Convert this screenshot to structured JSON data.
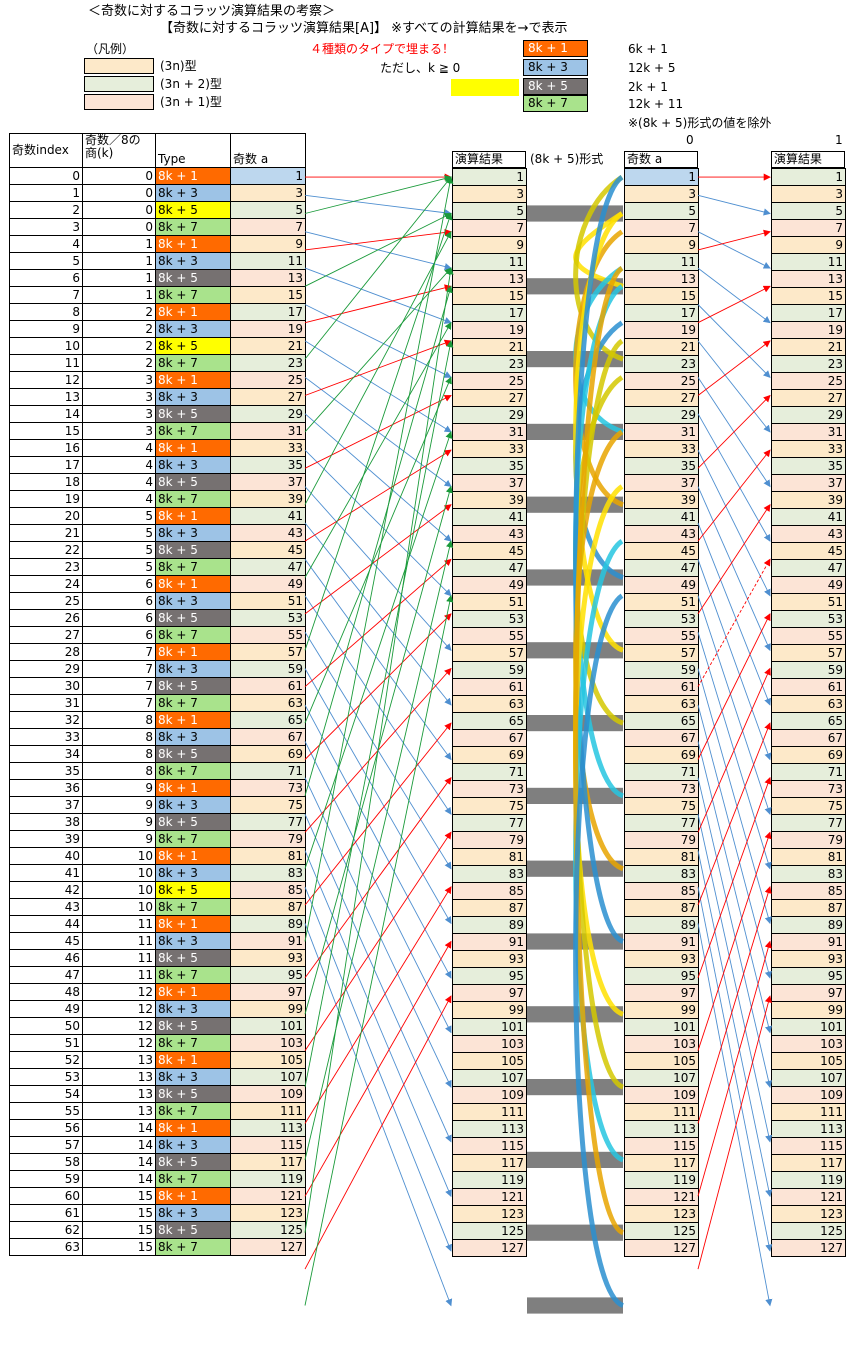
{
  "titles": {
    "main": "＜奇数に対するコラッツ演算結果の考察＞",
    "sub": "【奇数に対するコラッツ演算結果[A]】 ※すべての計算結果を→で表示",
    "note_fill": "４種類のタイプで埋まる！",
    "note_k": "ただし、k ≧ 0",
    "note_exclude": "※(8k + 5)形式の値を除外"
  },
  "legend": {
    "title": "（凡例）",
    "items": [
      {
        "label": "(3n)型",
        "color": "#fde9c9"
      },
      {
        "label": "(3n + 2)型",
        "color": "#e6eedb"
      },
      {
        "label": "(3n + 1)型",
        "color": "#fce4d6"
      }
    ]
  },
  "type_legend": [
    {
      "type": "8k + 1",
      "formula": "6k + 1",
      "color": "#ff6a00"
    },
    {
      "type": "8k + 3",
      "formula": "12k + 5",
      "color": "#9dc3e6"
    },
    {
      "type": "8k + 5",
      "formula": "2k + 1",
      "color": "#767171"
    },
    {
      "type": "",
      "formula": "",
      "color": "#ffff00"
    },
    {
      "type": "8k + 7",
      "formula": "12k + 11",
      "color": "#a9e38c"
    }
  ],
  "table_headers": {
    "index": "奇数index",
    "quotient_top": "奇数／8の",
    "quotient": "商(k)",
    "type": "Type",
    "odd": "奇数 a",
    "result": "演算結果",
    "form": "(8k + 5)形式",
    "odd2": "奇数 a",
    "result2": "演算結果"
  },
  "column_labels": {
    "zero": "0",
    "one": "1"
  },
  "rows": [
    {
      "i": "0",
      "k": "0",
      "type": "8k + 1",
      "a": "1",
      "cls": "c-3n2"
    },
    {
      "i": "1",
      "k": "0",
      "type": "8k + 3",
      "a": "3",
      "cls": "c-3n"
    },
    {
      "i": "2",
      "k": "0",
      "type": "8k + 5",
      "a": "5",
      "cls": "c-3n2"
    },
    {
      "i": "3",
      "k": "0",
      "type": "8k + 7",
      "a": "7",
      "cls": "c-3n1"
    },
    {
      "i": "4",
      "k": "1",
      "type": "8k + 1",
      "a": "9",
      "cls": "c-3n"
    },
    {
      "i": "5",
      "k": "1",
      "type": "8k + 3",
      "a": "11",
      "cls": "c-3n2"
    },
    {
      "i": "6",
      "k": "1",
      "type": "8k + 5",
      "a": "13",
      "cls": "c-3n1"
    },
    {
      "i": "7",
      "k": "1",
      "type": "8k + 7",
      "a": "15",
      "cls": "c-3n"
    },
    {
      "i": "8",
      "k": "2",
      "type": "8k + 1",
      "a": "17",
      "cls": "c-3n2"
    },
    {
      "i": "9",
      "k": "2",
      "type": "8k + 3",
      "a": "19",
      "cls": "c-3n1"
    },
    {
      "i": "10",
      "k": "2",
      "type": "8k + 5",
      "a": "21",
      "cls": "c-3n"
    },
    {
      "i": "11",
      "k": "2",
      "type": "8k + 7",
      "a": "23",
      "cls": "c-3n2"
    },
    {
      "i": "12",
      "k": "3",
      "type": "8k + 1",
      "a": "25",
      "cls": "c-3n1"
    },
    {
      "i": "13",
      "k": "3",
      "type": "8k + 3",
      "a": "27",
      "cls": "c-3n"
    },
    {
      "i": "14",
      "k": "3",
      "type": "8k + 5",
      "a": "29",
      "cls": "c-3n2"
    },
    {
      "i": "15",
      "k": "3",
      "type": "8k + 7",
      "a": "31",
      "cls": "c-3n1"
    },
    {
      "i": "16",
      "k": "4",
      "type": "8k + 1",
      "a": "33",
      "cls": "c-3n"
    },
    {
      "i": "17",
      "k": "4",
      "type": "8k + 3",
      "a": "35",
      "cls": "c-3n2"
    },
    {
      "i": "18",
      "k": "4",
      "type": "8k + 5",
      "a": "37",
      "cls": "c-3n1"
    },
    {
      "i": "19",
      "k": "4",
      "type": "8k + 7",
      "a": "39",
      "cls": "c-3n"
    },
    {
      "i": "20",
      "k": "5",
      "type": "8k + 1",
      "a": "41",
      "cls": "c-3n2"
    },
    {
      "i": "21",
      "k": "5",
      "type": "8k + 3",
      "a": "43",
      "cls": "c-3n1"
    },
    {
      "i": "22",
      "k": "5",
      "type": "8k + 5",
      "a": "45",
      "cls": "c-3n"
    },
    {
      "i": "23",
      "k": "5",
      "type": "8k + 7",
      "a": "47",
      "cls": "c-3n2"
    },
    {
      "i": "24",
      "k": "6",
      "type": "8k + 1",
      "a": "49",
      "cls": "c-3n1"
    },
    {
      "i": "25",
      "k": "6",
      "type": "8k + 3",
      "a": "51",
      "cls": "c-3n"
    },
    {
      "i": "26",
      "k": "6",
      "type": "8k + 5",
      "a": "53",
      "cls": "c-3n2"
    },
    {
      "i": "27",
      "k": "6",
      "type": "8k + 7",
      "a": "55",
      "cls": "c-3n1"
    },
    {
      "i": "28",
      "k": "7",
      "type": "8k + 1",
      "a": "57",
      "cls": "c-3n"
    },
    {
      "i": "29",
      "k": "7",
      "type": "8k + 3",
      "a": "59",
      "cls": "c-3n2"
    },
    {
      "i": "30",
      "k": "7",
      "type": "8k + 5",
      "a": "61",
      "cls": "c-3n1"
    },
    {
      "i": "31",
      "k": "7",
      "type": "8k + 7",
      "a": "63",
      "cls": "c-3n"
    },
    {
      "i": "32",
      "k": "8",
      "type": "8k + 1",
      "a": "65",
      "cls": "c-3n2"
    },
    {
      "i": "33",
      "k": "8",
      "type": "8k + 3",
      "a": "67",
      "cls": "c-3n1"
    },
    {
      "i": "34",
      "k": "8",
      "type": "8k + 5",
      "a": "69",
      "cls": "c-3n"
    },
    {
      "i": "35",
      "k": "8",
      "type": "8k + 7",
      "a": "71",
      "cls": "c-3n2"
    },
    {
      "i": "36",
      "k": "9",
      "type": "8k + 1",
      "a": "73",
      "cls": "c-3n1"
    },
    {
      "i": "37",
      "k": "9",
      "type": "8k + 3",
      "a": "75",
      "cls": "c-3n"
    },
    {
      "i": "38",
      "k": "9",
      "type": "8k + 5",
      "a": "77",
      "cls": "c-3n2"
    },
    {
      "i": "39",
      "k": "9",
      "type": "8k + 7",
      "a": "79",
      "cls": "c-3n1"
    },
    {
      "i": "40",
      "k": "10",
      "type": "8k + 1",
      "a": "81",
      "cls": "c-3n"
    },
    {
      "i": "41",
      "k": "10",
      "type": "8k + 3",
      "a": "83",
      "cls": "c-3n2"
    },
    {
      "i": "42",
      "k": "10",
      "type": "8k + 5",
      "a": "85",
      "cls": "c-3n1"
    },
    {
      "i": "43",
      "k": "10",
      "type": "8k + 7",
      "a": "87",
      "cls": "c-3n"
    },
    {
      "i": "44",
      "k": "11",
      "type": "8k + 1",
      "a": "89",
      "cls": "c-3n2"
    },
    {
      "i": "45",
      "k": "11",
      "type": "8k + 3",
      "a": "91",
      "cls": "c-3n1"
    },
    {
      "i": "46",
      "k": "11",
      "type": "8k + 5",
      "a": "93",
      "cls": "c-3n"
    },
    {
      "i": "47",
      "k": "11",
      "type": "8k + 7",
      "a": "95",
      "cls": "c-3n2"
    },
    {
      "i": "48",
      "k": "12",
      "type": "8k + 1",
      "a": "97",
      "cls": "c-3n1"
    },
    {
      "i": "49",
      "k": "12",
      "type": "8k + 3",
      "a": "99",
      "cls": "c-3n"
    },
    {
      "i": "50",
      "k": "12",
      "type": "8k + 5",
      "a": "101",
      "cls": "c-3n2"
    },
    {
      "i": "51",
      "k": "12",
      "type": "8k + 7",
      "a": "103",
      "cls": "c-3n1"
    },
    {
      "i": "52",
      "k": "13",
      "type": "8k + 1",
      "a": "105",
      "cls": "c-3n"
    },
    {
      "i": "53",
      "k": "13",
      "type": "8k + 3",
      "a": "107",
      "cls": "c-3n2"
    },
    {
      "i": "54",
      "k": "13",
      "type": "8k + 5",
      "a": "109",
      "cls": "c-3n1"
    },
    {
      "i": "55",
      "k": "13",
      "type": "8k + 7",
      "a": "111",
      "cls": "c-3n"
    },
    {
      "i": "56",
      "k": "14",
      "type": "8k + 1",
      "a": "113",
      "cls": "c-3n2"
    },
    {
      "i": "57",
      "k": "14",
      "type": "8k + 3",
      "a": "115",
      "cls": "c-3n1"
    },
    {
      "i": "58",
      "k": "14",
      "type": "8k + 5",
      "a": "117",
      "cls": "c-3n"
    },
    {
      "i": "59",
      "k": "14",
      "type": "8k + 7",
      "a": "119",
      "cls": "c-3n2"
    },
    {
      "i": "60",
      "k": "15",
      "type": "8k + 1",
      "a": "121",
      "cls": "c-3n1"
    },
    {
      "i": "61",
      "k": "15",
      "type": "8k + 3",
      "a": "123",
      "cls": "c-3n"
    },
    {
      "i": "62",
      "k": "15",
      "type": "8k + 5",
      "a": "125",
      "cls": "c-3n2"
    },
    {
      "i": "63",
      "k": "15",
      "type": "8k + 7",
      "a": "127",
      "cls": "c-3n1"
    }
  ]
}
